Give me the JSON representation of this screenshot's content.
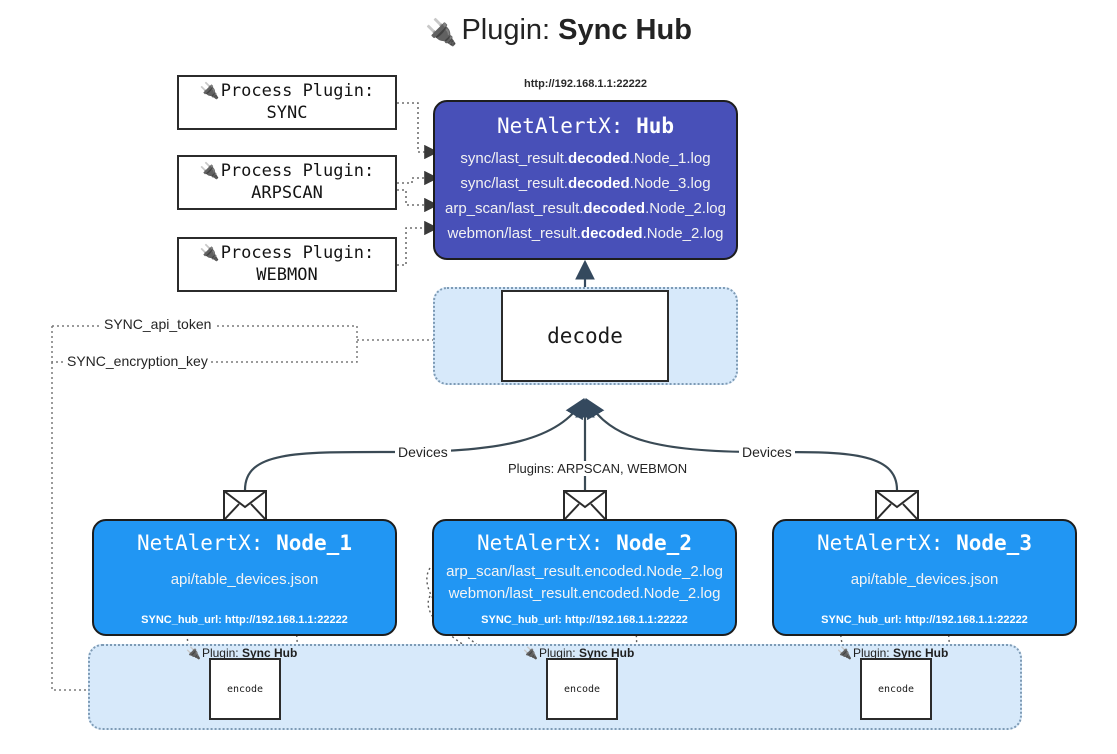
{
  "page": {
    "title_prefix": "Plugin:",
    "title_name": "Sync Hub",
    "plug_icon": "🔌"
  },
  "process_plugins": [
    {
      "line1": "Process Plugin:",
      "line2": "SYNC"
    },
    {
      "line1": "Process Plugin:",
      "line2": "ARPSCAN"
    },
    {
      "line1": "Process Plugin:",
      "line2": "WEBMON"
    }
  ],
  "hub": {
    "url": "http://192.168.1.1:22222",
    "title_prefix": "NetAlertX:",
    "title_name": "Hub",
    "logs": [
      {
        "pre": "sync/last_result.",
        "mid": "decoded",
        "post": ".Node_1.log"
      },
      {
        "pre": "sync/last_result.",
        "mid": "decoded",
        "post": ".Node_3.log"
      },
      {
        "pre": "arp_scan/last_result.",
        "mid": "decoded",
        "post": ".Node_2.log"
      },
      {
        "pre": "webmon/last_result.",
        "mid": "decoded",
        "post": ".Node_2.log"
      }
    ]
  },
  "decode": {
    "label": "decode"
  },
  "tokens": {
    "api_token": "SYNC_api_token",
    "encryption_key": "SYNC_encryption_key"
  },
  "edge_labels": {
    "devices_left": "Devices",
    "devices_right": "Devices",
    "plugins_middle": "Plugins: ARPSCAN, WEBMON"
  },
  "nodes": [
    {
      "title_prefix": "NetAlertX:",
      "title_name": "Node_1",
      "lines": [
        "api/table_devices.json"
      ],
      "footer": "SYNC_hub_url: http://192.168.1.1:22222"
    },
    {
      "title_prefix": "NetAlertX:",
      "title_name": "Node_2",
      "lines": [
        "arp_scan/last_result.encoded.Node_2.log",
        "webmon/last_result.encoded.Node_2.log"
      ],
      "footer": "SYNC_hub_url: http://192.168.1.1:22222"
    },
    {
      "title_prefix": "NetAlertX:",
      "title_name": "Node_3",
      "lines": [
        "api/table_devices.json"
      ],
      "footer": "SYNC_hub_url: http://192.168.1.1:22222"
    }
  ],
  "encoders": [
    {
      "plugin_prefix": "Plugin:",
      "plugin_name": "Sync Hub",
      "label": "encode"
    },
    {
      "plugin_prefix": "Plugin:",
      "plugin_name": "Sync Hub",
      "label": "encode"
    },
    {
      "plugin_prefix": "Plugin:",
      "plugin_name": "Sync Hub",
      "label": "encode"
    }
  ],
  "colors": {
    "hub_fill": "#4850b8",
    "node_fill": "#2196f3",
    "group_fill": "#d7e9fa",
    "stroke": "#2b2b2b"
  }
}
